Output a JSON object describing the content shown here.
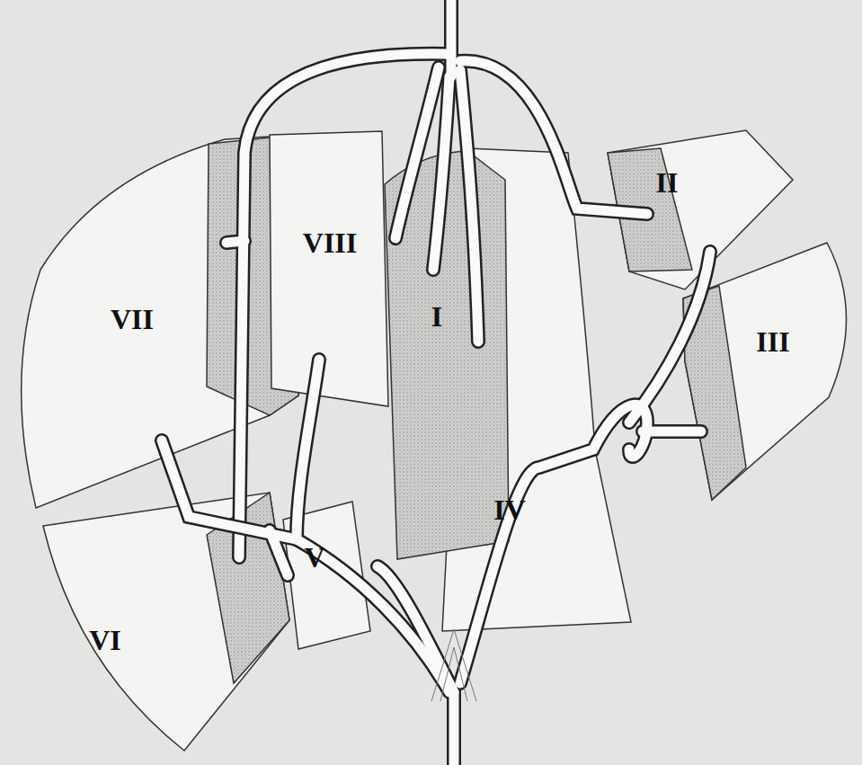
{
  "diagram": {
    "labels": [
      "II",
      "VIII",
      "I",
      "VII",
      "III",
      "IV",
      "V",
      "VI"
    ]
  }
}
